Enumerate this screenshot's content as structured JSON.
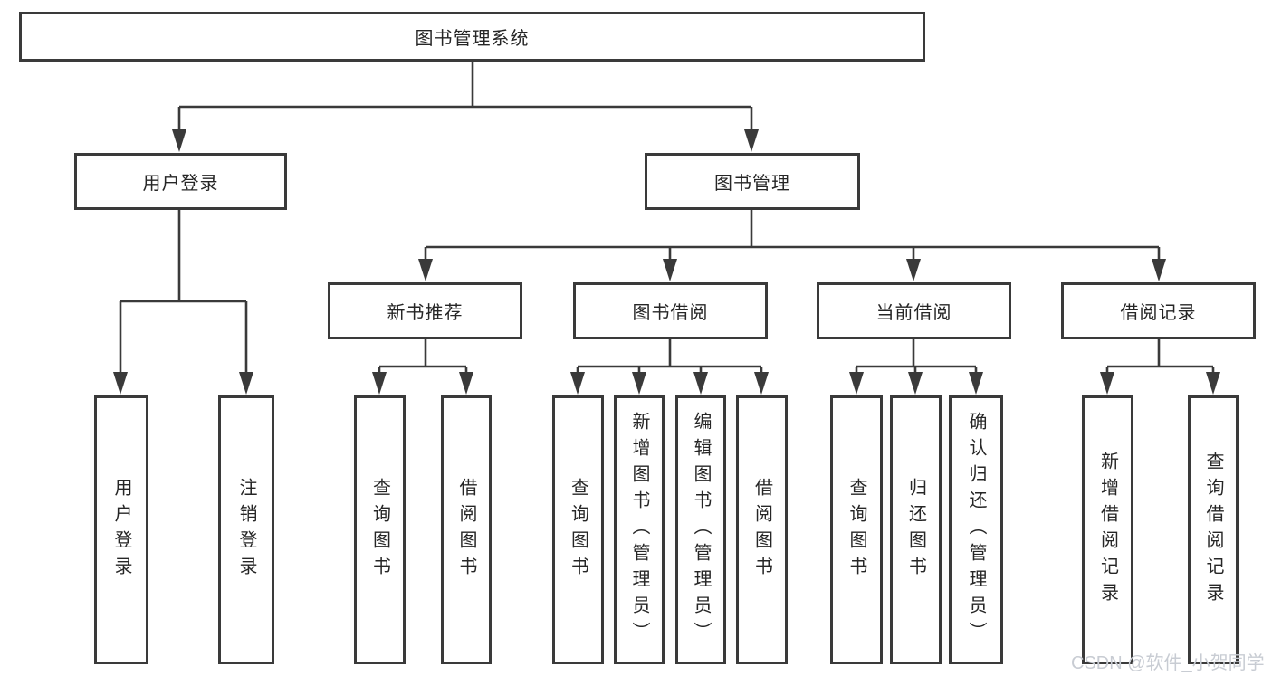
{
  "diagram": {
    "root": {
      "label": "图书管理系统"
    },
    "level2": {
      "user_login": {
        "label": "用户登录"
      },
      "book_mgmt": {
        "label": "图书管理"
      }
    },
    "level3": {
      "new_book_rec": {
        "label": "新书推荐"
      },
      "book_borrow": {
        "label": "图书借阅"
      },
      "current_borrow": {
        "label": "当前借阅"
      },
      "borrow_record": {
        "label": "借阅记录"
      }
    },
    "leaves": {
      "user_login": "用户登录",
      "logout": "注销登录",
      "query_books_1": "查询图书",
      "borrow_books_1": "借阅图书",
      "query_books_2": "查询图书",
      "add_books": "新增图书（管理员）",
      "edit_books": "编辑图书（管理员）",
      "borrow_books_2": "借阅图书",
      "query_books_3": "查询图书",
      "return_books": "归还图书",
      "confirm_return": "确认归还（管理员）",
      "add_borrow_record": "新增借阅记录",
      "query_borrow_record": "查询借阅记录"
    },
    "colors": {
      "line": "#3a3a3a",
      "border": "#3a3a3a",
      "text": "#262626",
      "watermark": "#c8ccd3",
      "background": "#ffffff"
    }
  },
  "watermark": {
    "text": "CSDN @软件_小贺同学"
  }
}
